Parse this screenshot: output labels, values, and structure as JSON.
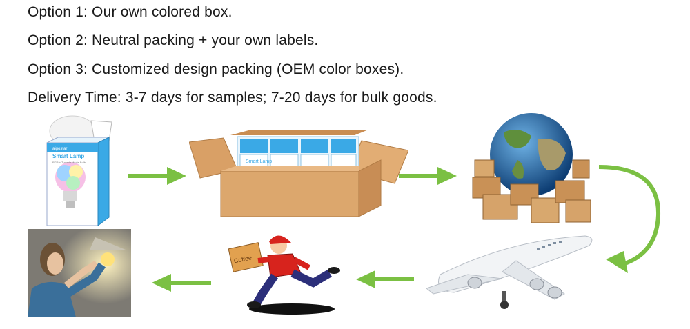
{
  "text_lines": [
    "Option 1: Our own colored box.",
    "Option 2: Neutral packing + your own labels.",
    "Option 3: Customized design packing (OEM color boxes).",
    "Delivery Time: 3-7 days for samples; 7-20 days for bulk goods."
  ],
  "product_box": {
    "title": "Smart Lamp",
    "brand": "aigostar",
    "subtitle": "RGB + Tunable White Bulb"
  },
  "carton_box_label": "Smart Lamp",
  "courier_package_label": "Coffee",
  "colors": {
    "arrow": "#7bc043",
    "box_blue": "#3aa9e6",
    "carton": "#d9a066",
    "courier_shirt": "#d7231d",
    "courier_pants": "#2c2f7a"
  },
  "flow_steps": [
    "product-box",
    "carton-box",
    "globe-shipping",
    "airplane",
    "courier",
    "customer"
  ]
}
